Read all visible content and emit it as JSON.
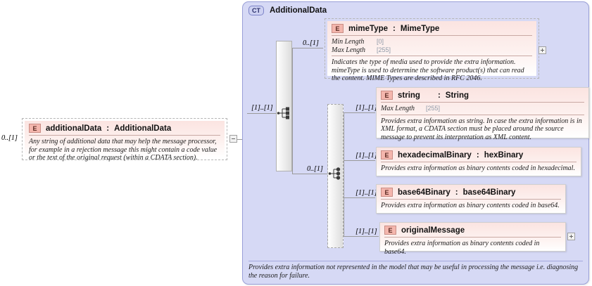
{
  "diagram": {
    "kind": "xsd-schema-diagram",
    "root_element": {
      "badge": "E",
      "name": "additionalData",
      "separator": ":",
      "type": "AdditionalData",
      "cardinality": "0..[1]",
      "documentation": "Any string of additional data that may help the message processor, for example in a rejection message this might contain a code value or the text of the original request (within a CDATA section).",
      "toggle": "minus"
    },
    "complex_type": {
      "badge": "CT",
      "title": "AdditionalData",
      "documentation": "Provides extra information not represented in the model that may be useful in processing the message i.e. diagnosing the reason for failure."
    },
    "compositors": [
      {
        "id": "sequence",
        "kind": "sequence",
        "icon": "sequence-compositor-icon",
        "incoming_cardinality": "[1]..[1]"
      },
      {
        "id": "choice",
        "kind": "choice",
        "icon": "choice-compositor-icon",
        "incoming_cardinality": "0..[1]"
      }
    ],
    "elements": [
      {
        "id": "mimetype",
        "badge": "E",
        "name": "mimeType",
        "separator": ":",
        "type": "MimeType",
        "cardinality": "0..[1]",
        "optional": true,
        "toggle": "plus",
        "facets": [
          {
            "label": "Min Length",
            "value": "[0]"
          },
          {
            "label": "Max Length",
            "value": "[255]"
          }
        ],
        "documentation": "Indicates the type of media used to provide the extra information. mimeType is used to determine the software product(s) that can read the content. MIME Types are described in RFC 2046."
      },
      {
        "id": "string",
        "badge": "E",
        "name": "string",
        "separator": ":",
        "type": "String",
        "cardinality": "[1]..[1]",
        "optional": false,
        "toggle": null,
        "facets": [
          {
            "label": "Max Length",
            "value": "[255]"
          }
        ],
        "documentation": "Provides extra information as string. In case the extra information is in XML format, a CDATA section must be placed around the source message to prevent its interpretation as XML content."
      },
      {
        "id": "hexadecimalbinary",
        "badge": "E",
        "name": "hexadecimalBinary",
        "separator": ":",
        "type": "hexBinary",
        "cardinality": "[1]..[1]",
        "optional": false,
        "toggle": null,
        "facets": [],
        "documentation": "Provides extra information as binary contents coded in hexadecimal."
      },
      {
        "id": "base64binary",
        "badge": "E",
        "name": "base64Binary",
        "separator": ":",
        "type": "base64Binary",
        "cardinality": "[1]..[1]",
        "optional": false,
        "toggle": null,
        "facets": [],
        "documentation": "Provides extra information as binary contents coded in base64."
      },
      {
        "id": "originalmessage",
        "badge": "E",
        "name": "originalMessage",
        "separator": "",
        "type": "",
        "cardinality": "[1]..[1]",
        "optional": false,
        "toggle": "plus",
        "facets": [],
        "documentation": "Provides extra information as binary contents coded in base64."
      }
    ],
    "colors": {
      "element_fill": "#fbe4e1",
      "element_badge": "#f4b6ad",
      "complex_type_fill": "#d6d9f5",
      "complex_type_border": "#9aa0d8",
      "connector_line": "#9a9a9a",
      "page_background": "#ffffff"
    }
  }
}
